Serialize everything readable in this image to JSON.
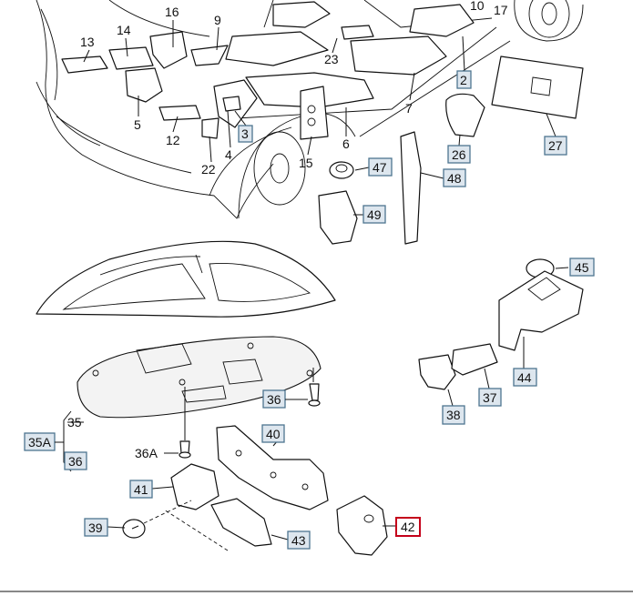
{
  "diagram": {
    "plain_labels": {
      "l16": "16",
      "l9": "9",
      "l10": "10",
      "l17": "17",
      "l13": "13",
      "l14": "14",
      "l23": "23",
      "l5": "5",
      "l12": "12",
      "l22": "22",
      "l4": "4",
      "l7": "7",
      "l6": "6",
      "l15": "15",
      "l35": "35",
      "l36a": "36A"
    },
    "callouts": {
      "c2": "2",
      "c3": "3",
      "c26": "26",
      "c27": "27",
      "c47": "47",
      "c48": "48",
      "c49": "49",
      "c45": "45",
      "c44": "44",
      "c37": "37",
      "c38": "38",
      "c36_top": "36",
      "c35a": "35A",
      "c36_bottom": "36",
      "c40": "40",
      "c41": "41",
      "c39": "39",
      "c43": "43",
      "c42": "42"
    },
    "selected_callout": "42",
    "colors": {
      "callout_fill": "#dde6ee",
      "callout_border": "#4d7590",
      "selected_border": "#c4001a"
    }
  }
}
